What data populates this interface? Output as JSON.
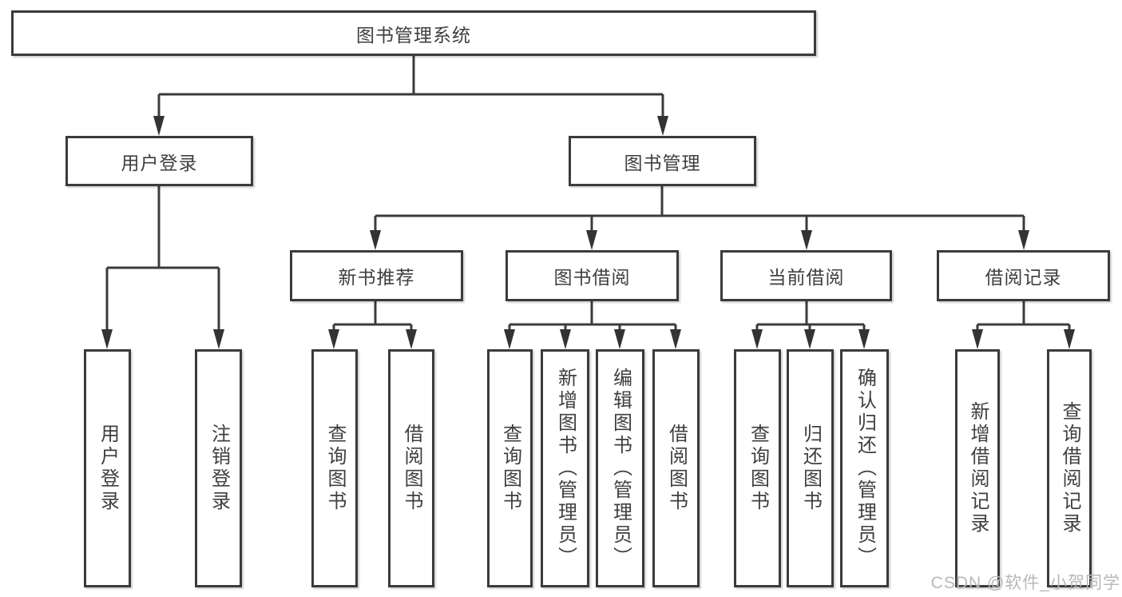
{
  "tree": {
    "root": {
      "label": "图书管理系统"
    },
    "branches": [
      {
        "label": "用户登录",
        "children": [
          {
            "label": "用户登录"
          },
          {
            "label": "注销登录"
          }
        ]
      },
      {
        "label": "图书管理",
        "sections": [
          {
            "label": "新书推荐",
            "children": [
              {
                "label": "查询图书"
              },
              {
                "label": "借阅图书"
              }
            ]
          },
          {
            "label": "图书借阅",
            "children": [
              {
                "label": "查询图书"
              },
              {
                "label": "新增图书（管理员）"
              },
              {
                "label": "编辑图书（管理员）"
              },
              {
                "label": "借阅图书"
              }
            ]
          },
          {
            "label": "当前借阅",
            "children": [
              {
                "label": "查询图书"
              },
              {
                "label": "归还图书"
              },
              {
                "label": "确认归还（管理员）"
              }
            ]
          },
          {
            "label": "借阅记录",
            "children": [
              {
                "label": "新增借阅记录"
              },
              {
                "label": "查询借阅记录"
              }
            ]
          }
        ]
      }
    ]
  },
  "watermark": {
    "text": "CSDN @软件_小贺同学",
    "color": "#b8b8b8"
  },
  "colors": {
    "line": "#3b3b3b",
    "text": "#3f3f3f",
    "background": "#ffffff"
  }
}
